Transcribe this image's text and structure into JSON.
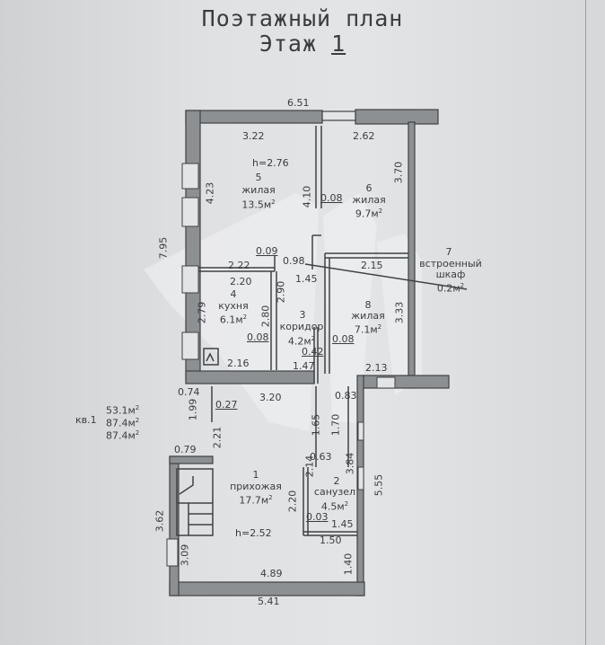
{
  "title": {
    "line1": "Поэтажный план",
    "line2_prefix": "Этаж ",
    "line2_floor": "1"
  },
  "rooms": [
    {
      "num": "5",
      "name": "жилая",
      "area": "13.5м"
    },
    {
      "num": "6",
      "name": "жилая",
      "area": "9.7м"
    },
    {
      "num": "7",
      "name": "встроенный",
      "name2": "шкаф",
      "area": "0.2м"
    },
    {
      "num": "8",
      "name": "жилая",
      "area": "7.1м"
    },
    {
      "num": "4",
      "name": "кухня",
      "area": "6.1м"
    },
    {
      "num": "3",
      "name": "коридор",
      "area": "4.2м"
    },
    {
      "num": "1",
      "name": "прихожая",
      "area": "17.7м"
    },
    {
      "num": "2",
      "name": "санузел",
      "area": "4.5м"
    }
  ],
  "sup": "2",
  "heights": {
    "upper": "h=2.76",
    "lower": "h=2.52"
  },
  "summary": {
    "area1": "53.1м",
    "label": "кв.1",
    "area2": "87.4м",
    "area3": "87.4м"
  },
  "dims": {
    "d651": "6.51",
    "d322": "3.22",
    "d262": "2.62",
    "d370": "3.70",
    "d423": "4.23",
    "d410": "4.10",
    "d008a": "0.08",
    "d795": "7.95",
    "d009": "0.09",
    "d098": "0.98",
    "d222": "2.22",
    "d215": "2.15",
    "d220a": "2.20",
    "d145": "1.45",
    "d290": "2.90",
    "d279": "2.79",
    "d280": "2.80",
    "d333": "3.33",
    "d008b": "0.08",
    "d008c": "0.08",
    "d042": "0.42",
    "d216": "2.16",
    "d147": "1.47",
    "d213": "2.13",
    "d074": "0.74",
    "d320": "3.20",
    "d083": "0.83",
    "d199": "1.99",
    "d027": "0.27",
    "d221": "2.21",
    "d165": "1.65",
    "d170": "1.70",
    "d079": "0.79",
    "d063": "0.63",
    "d214": "2.14",
    "d384": "3.84",
    "d555": "5.55",
    "d220b": "2.20",
    "d003": "0.03",
    "d145b": "1.45",
    "d362": "3.62",
    "d150": "1.50",
    "d309": "3.09",
    "d140": "1.40",
    "d489": "4.89",
    "d541": "5.41"
  },
  "colors": {
    "ink": "#3a3d40",
    "wall": "#3f4245",
    "wallFill": "#8d9093"
  }
}
